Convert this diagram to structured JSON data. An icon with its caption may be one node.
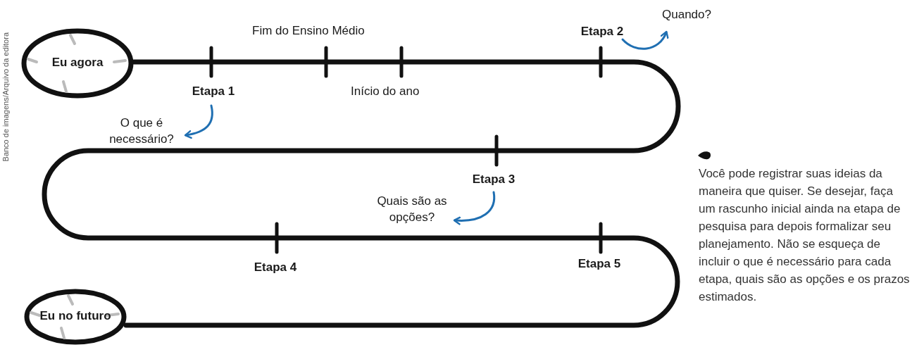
{
  "diagram": {
    "nodes": [
      {
        "text": [
          "Eu agora"
        ]
      },
      {
        "text": [
          "Etapa 1"
        ]
      },
      {
        "text": [
          "O que é necessário?"
        ]
      },
      {
        "text": [
          "Etapa 2"
        ]
      },
      {
        "text": [
          "Quando?"
        ]
      },
      {
        "text": [
          "Etapa 3"
        ]
      },
      {
        "text": [
          "Quais são as opções?"
        ]
      },
      {
        "text": [
          "Etapa 4"
        ]
      },
      {
        "text": [
          "Etapa 5"
        ]
      },
      {
        "text": [
          "Eu no futuro"
        ]
      }
    ],
    "edges": [
      {
        "from": 0,
        "to": 9,
        "arrow": "none",
        "style": "thick",
        "color": "#111111"
      },
      {
        "from": 1,
        "to": 2,
        "arrow": "to"
      },
      {
        "from": 3,
        "to": 4,
        "arrow": "to"
      },
      {
        "from": 5,
        "to": 6,
        "arrow": "to"
      }
    ],
    "labels": [
      "Fim do Ensino Médio",
      "Início do ano",
      "Banco de imagens/Arquivo da editora",
      "Você pode registrar suas ideias da maneira que quiser. Se desejar, faça um rascunho inicial ainda na etapa de pesquisa para depois formalizar seu planejamento. Não se esqueça de incluir o que é necessário para cada etapa, quais são as opções e os prazos estimados."
    ]
  }
}
